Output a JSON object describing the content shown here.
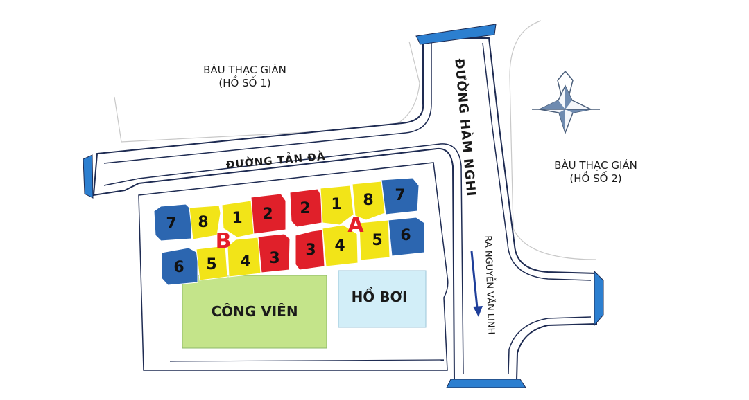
{
  "areas": {
    "northwest": {
      "line1": "BÀU THẠC GIÁN",
      "line2": "(HỒ SỐ 1)"
    },
    "east": {
      "line1": "BÀU THẠC GIÁN",
      "line2": "(HỒ SỐ 2)"
    }
  },
  "roads": {
    "tan_da": "ĐƯỜNG TẢN ĐÀ",
    "ham_nghi": "ĐƯỜNG HÀM NGHI",
    "exit": "RA NGUYỄN VĂN LINH"
  },
  "zones": {
    "park": "CÔNG VIÊN",
    "pool": "HỒ BƠI"
  },
  "towers": {
    "a": "A",
    "b": "B"
  },
  "blocks": {
    "b_top": [
      "7",
      "8",
      "1",
      "2"
    ],
    "b_bottom": [
      "6",
      "5",
      "4",
      "3"
    ],
    "a_top": [
      "2",
      "1",
      "8",
      "7"
    ],
    "a_bottom": [
      "3",
      "4",
      "5",
      "6"
    ]
  },
  "colors": {
    "blue_block": "#2c66b0",
    "yellow_block": "#f2e418",
    "red_block": "#e0202a",
    "park": "#c4e48a",
    "pool": "#d2eef8",
    "road_outline": "#1e2b52",
    "road_fill": "#ffffff",
    "compass": "#6f8bb0",
    "arrow": "#1f3f9a"
  }
}
